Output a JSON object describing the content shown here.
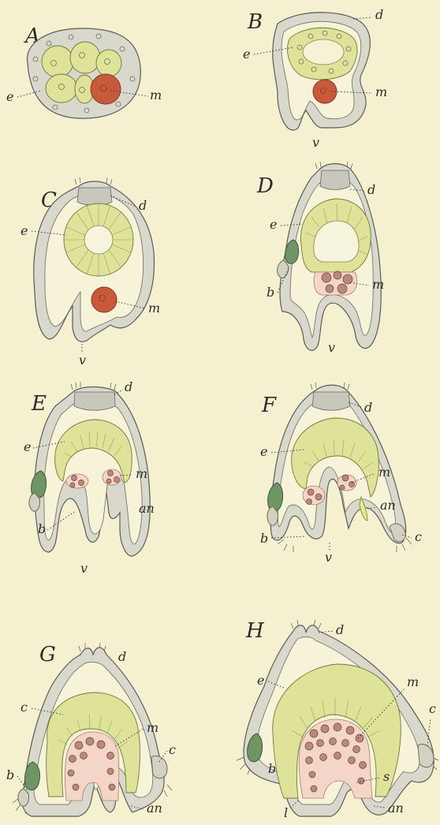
{
  "panels": [
    {
      "letter": "A",
      "labels": {
        "e": "e",
        "m": "m"
      }
    },
    {
      "letter": "B",
      "labels": {
        "d": "d",
        "e": "e",
        "m": "m",
        "v": "v"
      }
    },
    {
      "letter": "C",
      "labels": {
        "d": "d",
        "e": "e",
        "m": "m",
        "v": "v"
      }
    },
    {
      "letter": "D",
      "labels": {
        "d": "d",
        "e": "e",
        "b": "b",
        "m": "m",
        "v": "v"
      }
    },
    {
      "letter": "E",
      "labels": {
        "d": "d",
        "e": "e",
        "m": "m",
        "b": "b",
        "an": "an",
        "v": "v"
      }
    },
    {
      "letter": "F",
      "labels": {
        "d": "d",
        "e": "e",
        "m": "m",
        "b": "b",
        "an": "an",
        "c": "c",
        "v": "v"
      }
    },
    {
      "letter": "G",
      "labels": {
        "d": "d",
        "c_left": "c",
        "m": "m",
        "c_right": "c",
        "b": "b",
        "an": "an"
      }
    },
    {
      "letter": "H",
      "labels": {
        "d": "d",
        "e": "e",
        "m": "m",
        "c": "c",
        "b": "b",
        "s": "s",
        "l": "l",
        "an": "an"
      }
    }
  ],
  "colors": {
    "background": "#f5f1d0",
    "ectoderm": "#d9d8cc",
    "endoderm": "#dfe39a",
    "mesoderm_cell": "#c85a3c",
    "mesoderm_tissue": "#f4d6c8",
    "gland": "#6f9564"
  }
}
